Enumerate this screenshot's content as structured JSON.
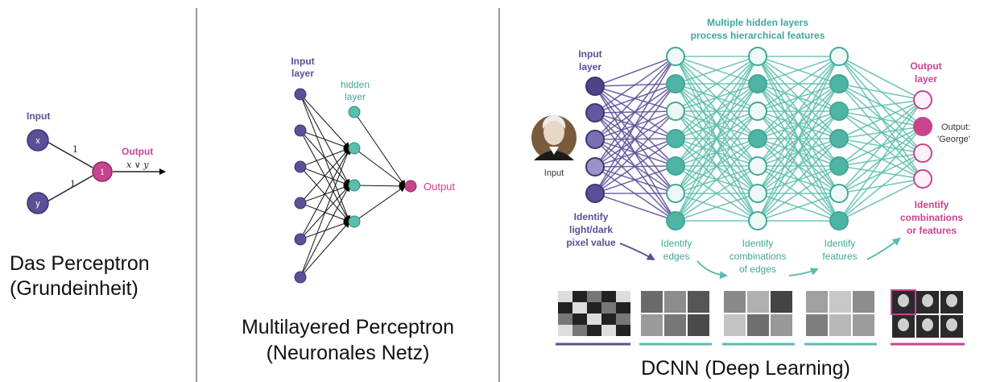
{
  "colors": {
    "purple": "#5b4f96",
    "teal": "#5bbdac",
    "teal_dark": "#3fa898",
    "pink": "#c9448f",
    "text_gray": "#333333",
    "divider": "#999999"
  },
  "perceptron": {
    "input_label": "Input",
    "node_x": "x",
    "node_y": "y",
    "weight_top": "1",
    "weight_bottom": "1",
    "center_node": "1",
    "output_label": "Output",
    "formula": "x ∨ y",
    "caption_line1": "Das Perceptron",
    "caption_line2": "(Grundeinheit)"
  },
  "mlp": {
    "input_label_line1": "Input",
    "input_label_line2": "layer",
    "hidden_label_line1": "hidden",
    "hidden_label_line2": "layer",
    "output_label": "Output",
    "caption_line1": "Multilayered Perceptron",
    "caption_line2": "(Neuronales Netz)"
  },
  "dcnn": {
    "hidden_header_line1": "Multiple hidden layers",
    "hidden_header_line2": "process hierarchical features",
    "input_layer_line1": "Input",
    "input_layer_line2": "layer",
    "output_layer_line1": "Output",
    "output_layer_line2": "layer",
    "input_image_label": "Input",
    "output_text_line1": "Output:",
    "output_text_line2": "'George'",
    "identify_pixel_line1": "Identify",
    "identify_pixel_line2": "light/dark",
    "identify_pixel_line3": "pixel value",
    "identify_edges_line1": "Identify",
    "identify_edges_line2": "edges",
    "identify_comb_edges_line1": "Identify",
    "identify_comb_edges_line2": "combinations",
    "identify_comb_edges_line3": "of edges",
    "identify_features_line1": "Identify",
    "identify_features_line2": "features",
    "identify_comb_features_line1": "Identify",
    "identify_comb_features_line2": "combinations",
    "identify_comb_features_line3": "or features",
    "caption": "DCNN (Deep Learning)"
  }
}
